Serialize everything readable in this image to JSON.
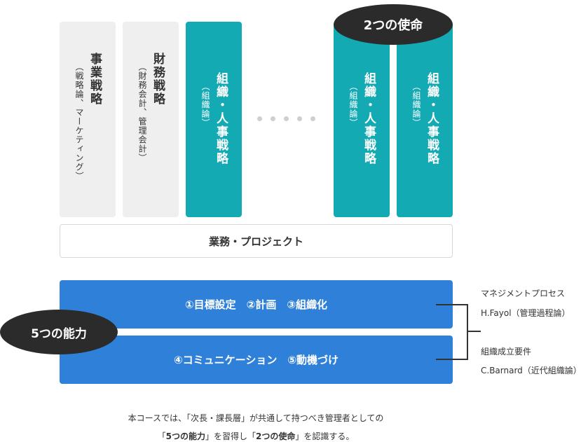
{
  "pillars": [
    {
      "main": "事業戦略",
      "sub": "（戦略論、マーケティング）",
      "style": "gray"
    },
    {
      "main": "財務戦略",
      "sub": "（財務会計、管理会計）",
      "style": "gray"
    },
    {
      "main": "組織・人事戦略",
      "sub": "（組織論）",
      "style": "teal"
    },
    {
      "main": "組織・人事戦略",
      "sub": "（組織論）",
      "style": "teal"
    },
    {
      "main": "組織・人事戦略",
      "sub": "（組織論）",
      "style": "teal"
    }
  ],
  "two_missions_label": "2つの使命",
  "five_abilities_label": "5つの能力",
  "project_label": "業務・プロジェクト",
  "abilities": [
    "①目標設定　②計画　③組織化",
    "④コミュニケーション　⑤動機づけ"
  ],
  "side_notes": {
    "process_title": "マネジメントプロセス",
    "process_author": "H.Fayol（管理過程論）",
    "org_title": "組織成立要件",
    "org_author": "C.Barnard（近代組織論）"
  },
  "caption": {
    "line1": "本コースでは、「次長・課長層」が共通して持つべき管理者としての",
    "line2_pre": "「",
    "line2_b1": "5つの能力",
    "line2_mid": "」を習得し「",
    "line2_b2": "2つの使命",
    "line2_post": "」を認識する。"
  },
  "colors": {
    "teal": "#13aab4",
    "blue": "#2f80d8",
    "gray": "#efefef",
    "dark": "#2b2b2b"
  }
}
